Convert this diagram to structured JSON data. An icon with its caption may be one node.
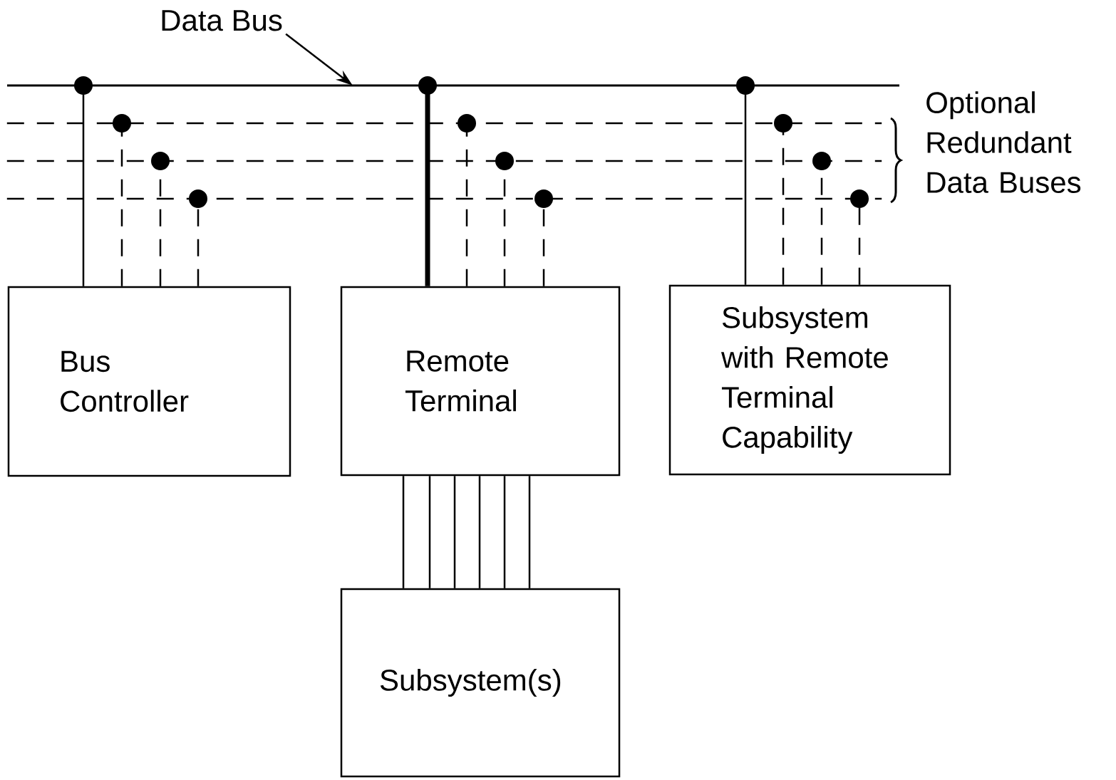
{
  "diagram": {
    "nodes": [
      {
        "text": [
          "Bus Controller"
        ]
      },
      {
        "text": [
          "Remote Terminal"
        ]
      },
      {
        "text": [
          "Subsystem with Remote Terminal Capability"
        ]
      },
      {
        "text": [
          "Subsystem(s)"
        ]
      },
      {
        "text": [],
        "shape": "bar"
      },
      {
        "text": [],
        "shape": "bar"
      },
      {
        "text": [],
        "shape": "bar"
      },
      {
        "text": [],
        "shape": "bar"
      },
      {
        "text": [
          "Data Bus"
        ]
      }
    ],
    "edges": [
      {
        "from": 8,
        "to": 4,
        "arrow": "to"
      },
      {
        "from": 0,
        "to": 4,
        "arrow": "other"
      },
      {
        "from": 0,
        "to": 5,
        "arrow": "other",
        "style": "dashed"
      },
      {
        "from": 0,
        "to": 6,
        "arrow": "other",
        "style": "dashed"
      },
      {
        "from": 0,
        "to": 7,
        "arrow": "other",
        "style": "dashed"
      },
      {
        "from": 1,
        "to": 4,
        "arrow": "other",
        "style": "thick"
      },
      {
        "from": 1,
        "to": 5,
        "arrow": "other",
        "style": "dashed"
      },
      {
        "from": 1,
        "to": 6,
        "arrow": "other",
        "style": "dashed"
      },
      {
        "from": 1,
        "to": 7,
        "arrow": "other",
        "style": "dashed"
      },
      {
        "from": 2,
        "to": 4,
        "arrow": "other"
      },
      {
        "from": 2,
        "to": 5,
        "arrow": "other",
        "style": "dashed"
      },
      {
        "from": 2,
        "to": 6,
        "arrow": "other",
        "style": "dashed"
      },
      {
        "from": 2,
        "to": 7,
        "arrow": "other",
        "style": "dashed"
      },
      {
        "from": 1,
        "to": 3,
        "arrow": "none"
      },
      {
        "from": 1,
        "to": 3,
        "arrow": "none"
      },
      {
        "from": 1,
        "to": 3,
        "arrow": "none"
      },
      {
        "from": 1,
        "to": 3,
        "arrow": "none"
      },
      {
        "from": 1,
        "to": 3,
        "arrow": "none"
      },
      {
        "from": 1,
        "to": 3,
        "arrow": "none"
      }
    ],
    "labels": [
      "Optional Redundant Data Buses"
    ]
  }
}
